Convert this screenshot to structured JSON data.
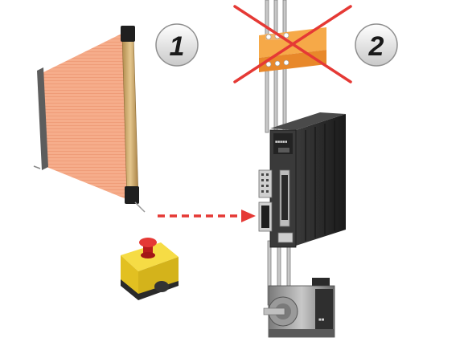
{
  "steps": [
    {
      "label": "1"
    },
    {
      "label": "2"
    }
  ],
  "components": [
    {
      "icon": "safety-light-curtain-icon"
    },
    {
      "icon": "emergency-stop-button-icon"
    },
    {
      "icon": "safety-contactor-icon",
      "state": "removed"
    },
    {
      "icon": "servo-drive-icon"
    },
    {
      "icon": "servo-motor-icon"
    }
  ],
  "colors": {
    "curtain_beam": "#f4a37f",
    "curtain_frame": "#d7b679",
    "contactor": "#f39a2b",
    "cross": "#e53935",
    "signal_arrow": "#e53935",
    "estop_button": "#d32f2f",
    "estop_housing": "#f2d52b",
    "drive_body": "#2b2b2b"
  }
}
